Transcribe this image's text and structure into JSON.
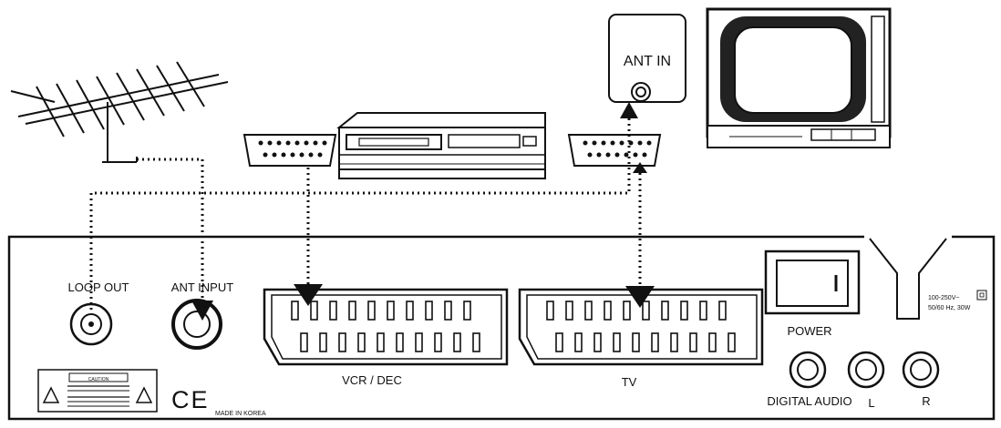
{
  "labels": {
    "ant_in": "ANT IN",
    "loop_out": "LOOP OUT",
    "ant_input": "ANT INPUT",
    "vcr_dec": "VCR / DEC",
    "tv": "TV",
    "power": "POWER",
    "digital_audio": "DIGITAL AUDIO",
    "audio_l": "L",
    "audio_r": "R",
    "made_in": "MADE IN KOREA",
    "ce_mark": "CE",
    "caution": "CAUTION",
    "power_spec_1": "100-250V~",
    "power_spec_2": "50/60 Hz, 30W"
  },
  "colors": {
    "line": "#111111",
    "background": "#ffffff",
    "screen": "#222222"
  }
}
